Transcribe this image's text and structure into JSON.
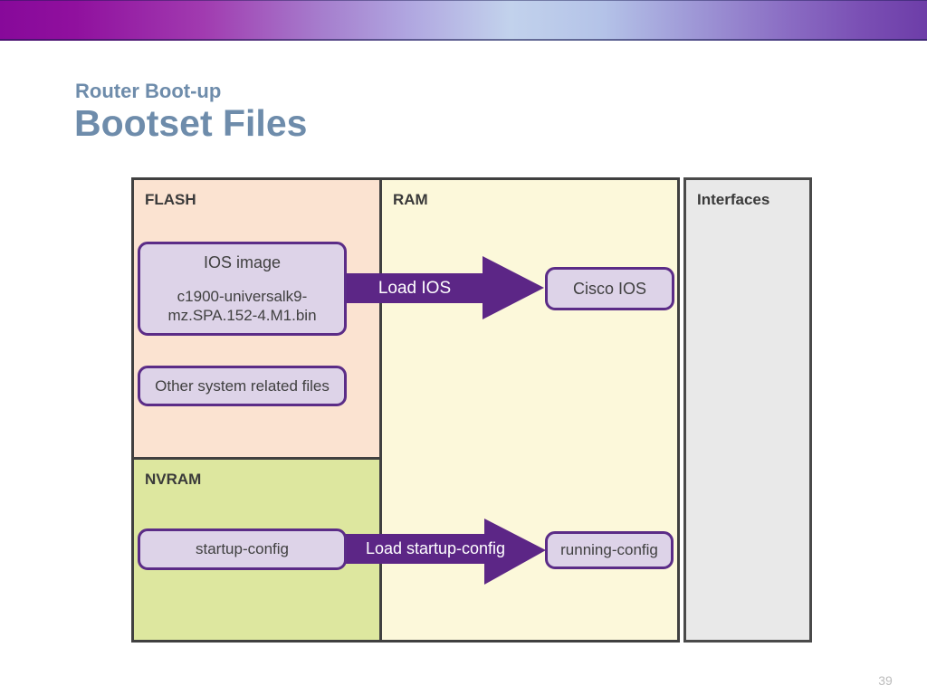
{
  "header": {
    "subtitle": "Router Boot-up",
    "title": "Bootset Files"
  },
  "diagram": {
    "flash": {
      "label": "FLASH",
      "ios_box": {
        "title": "IOS image",
        "filename": "c1900-universalk9-\nmz.SPA.152-4.M1.bin"
      },
      "other_box": "Other system related files"
    },
    "nvram": {
      "label": "NVRAM",
      "startup_box": "startup-config"
    },
    "ram": {
      "label": "RAM",
      "cisco_box": "Cisco IOS",
      "running_box": "running-config"
    },
    "interfaces": {
      "label": "Interfaces"
    },
    "arrows": [
      {
        "label": "Load IOS"
      },
      {
        "label": "Load startup-config"
      }
    ]
  },
  "palette": {
    "arrow_fill": "#5c2686",
    "box_border": "#5b2c87",
    "box_fill": "#ddd3e8",
    "flash_bg": "#fbe3d1",
    "ram_bg": "#fcf8da",
    "nvram_bg": "#dde79f",
    "interfaces_bg": "#e9e9e9",
    "title_color": "#6e8cab",
    "gradient_left": "#87099a",
    "gradient_middle": "#c2d2ec",
    "gradient_right": "#6d3da8"
  },
  "footer": {
    "page_number": "39"
  }
}
